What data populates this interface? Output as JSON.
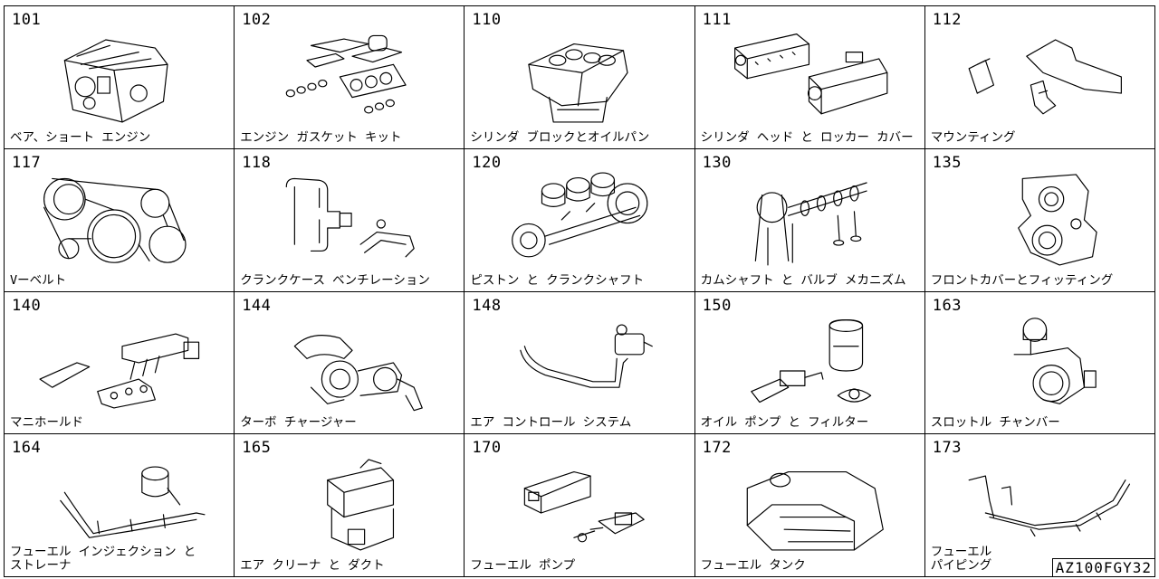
{
  "cells": [
    {
      "code": "101",
      "label": "ベア、ショート エンジン",
      "icon": "engine-block-icon"
    },
    {
      "code": "102",
      "label": "エンジン ガスケット キット",
      "icon": "gasket-kit-icon"
    },
    {
      "code": "110",
      "label": "シリンダ ブロックとオイルパン",
      "icon": "cylinder-block-icon"
    },
    {
      "code": "111",
      "label": "シリンダ ヘッド と ロッカー カバー",
      "icon": "cylinder-head-icon"
    },
    {
      "code": "112",
      "label": "マウンティング",
      "icon": "mounting-icon"
    },
    {
      "code": "117",
      "label": "Vーベルト",
      "icon": "v-belt-icon"
    },
    {
      "code": "118",
      "label": "クランクケース ベンチレーション",
      "icon": "crankcase-ventilation-icon"
    },
    {
      "code": "120",
      "label": "ピストン と クランクシャフト",
      "icon": "piston-crankshaft-icon"
    },
    {
      "code": "130",
      "label": "カムシャフト と バルブ メカニズム",
      "icon": "camshaft-valve-icon"
    },
    {
      "code": "135",
      "label": "フロントカバーとフィッティング",
      "icon": "front-cover-icon"
    },
    {
      "code": "140",
      "label": "マニホールド",
      "icon": "manifold-icon"
    },
    {
      "code": "144",
      "label": "ターボ チャージャー",
      "icon": "turbocharger-icon"
    },
    {
      "code": "148",
      "label": "エア コントロール システム",
      "icon": "air-control-icon"
    },
    {
      "code": "150",
      "label": "オイル ポンプ と フィルター",
      "icon": "oil-pump-filter-icon"
    },
    {
      "code": "163",
      "label": "スロットル チャンバー",
      "icon": "throttle-chamber-icon"
    },
    {
      "code": "164",
      "label": "フューエル インジェクション と\n  ストレーナ",
      "icon": "fuel-injection-icon"
    },
    {
      "code": "165",
      "label": "エア クリーナ と ダクト",
      "icon": "air-cleaner-icon"
    },
    {
      "code": "170",
      "label": "フューエル ポンプ",
      "icon": "fuel-pump-icon"
    },
    {
      "code": "172",
      "label": "フューエル タンク",
      "icon": "fuel-tank-icon"
    },
    {
      "code": "173",
      "label": "フューエル\n  パイピング",
      "icon": "fuel-piping-icon"
    }
  ],
  "reference_code": "AZ100FGY32"
}
